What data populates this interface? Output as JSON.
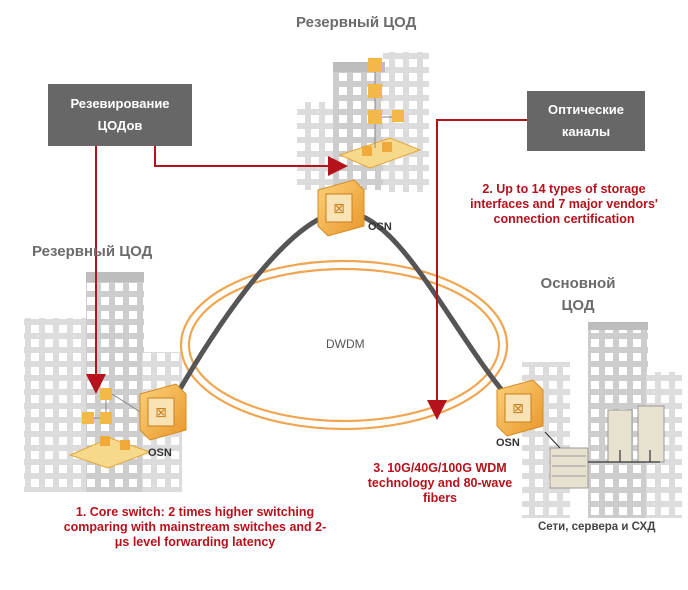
{
  "titles": {
    "top_dc": "Резервный ЦОД",
    "left_dc": "Резервный ЦОД",
    "main_dc_line1": "Основной",
    "main_dc_line2": "ЦОД"
  },
  "callouts": {
    "reservation_line1": "Резевирование",
    "reservation_line2": "ЦОДов",
    "optical_line1": "Оптические",
    "optical_line2": "каналы"
  },
  "notes": {
    "note1_line1": "1. Core switch: 2 times higher switching",
    "note1_line2": "comparing with mainstream switches and 2-",
    "note1_line3": "μs level forwarding latency",
    "note2_line1": "2. Up to 14 types of storage",
    "note2_line2": "interfaces and 7 major vendors'",
    "note2_line3": "connection certification",
    "note3_line1": "3. 10G/40G/100G WDM",
    "note3_line2": "technology and 80-wave",
    "note3_line3": "fibers"
  },
  "labels": {
    "osn_top": "OSN",
    "osn_left": "OSN",
    "osn_right": "OSN",
    "dwdm": "DWDM",
    "servers": "Сети, сервера и СХД"
  },
  "colors": {
    "accent_red": "#b5121b",
    "callout_grey": "#676767",
    "building_grey": "#cfcfcf",
    "ring_orange": "#f0a550",
    "fiber_dark": "#555555",
    "device_orange": "#f2b544"
  }
}
